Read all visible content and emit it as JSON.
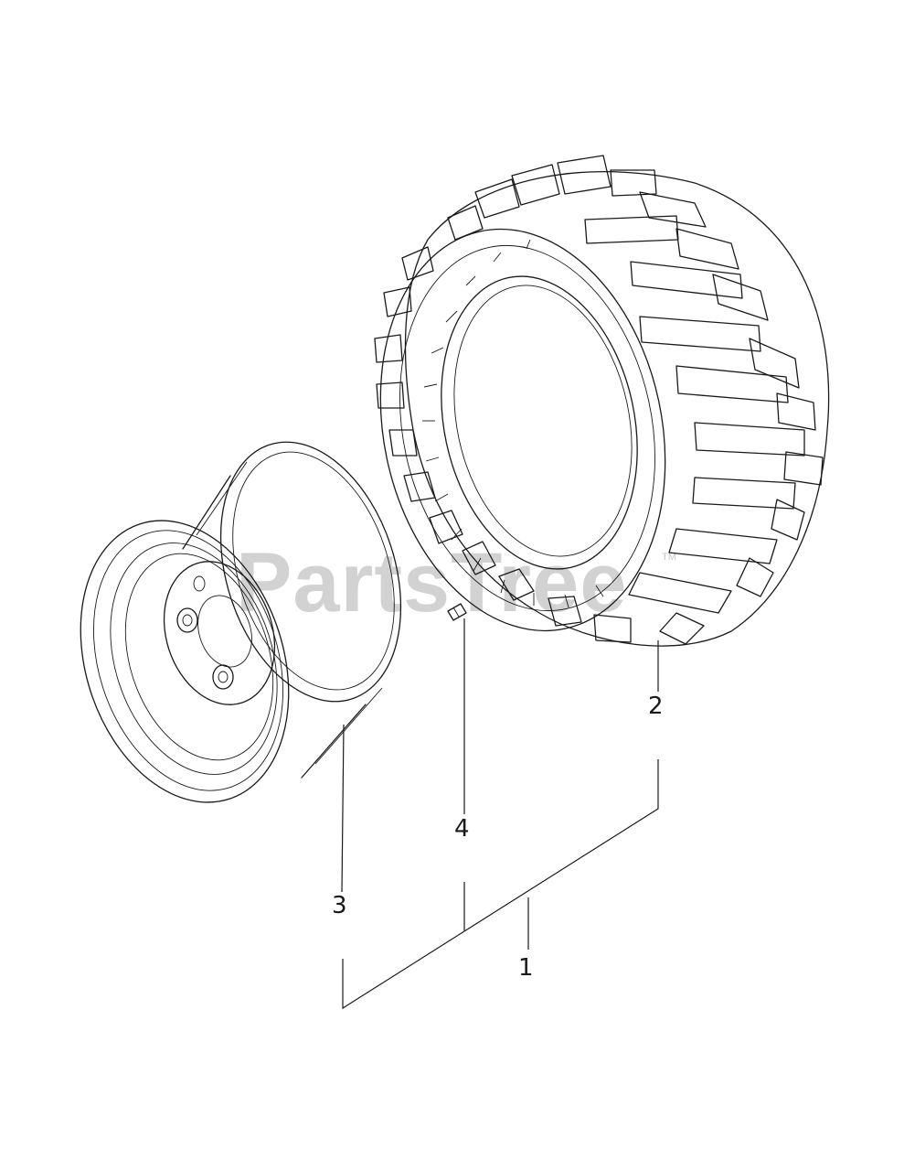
{
  "watermark": {
    "text": "PartsTree",
    "trademark": "TM"
  },
  "callouts": [
    {
      "id": "1",
      "label": "1"
    },
    {
      "id": "2",
      "label": "2"
    },
    {
      "id": "3",
      "label": "3"
    },
    {
      "id": "4",
      "label": "4"
    }
  ],
  "parts": {
    "wheel_assembly": "1",
    "tire": "2",
    "rim": "3",
    "valve_stem": "4"
  }
}
